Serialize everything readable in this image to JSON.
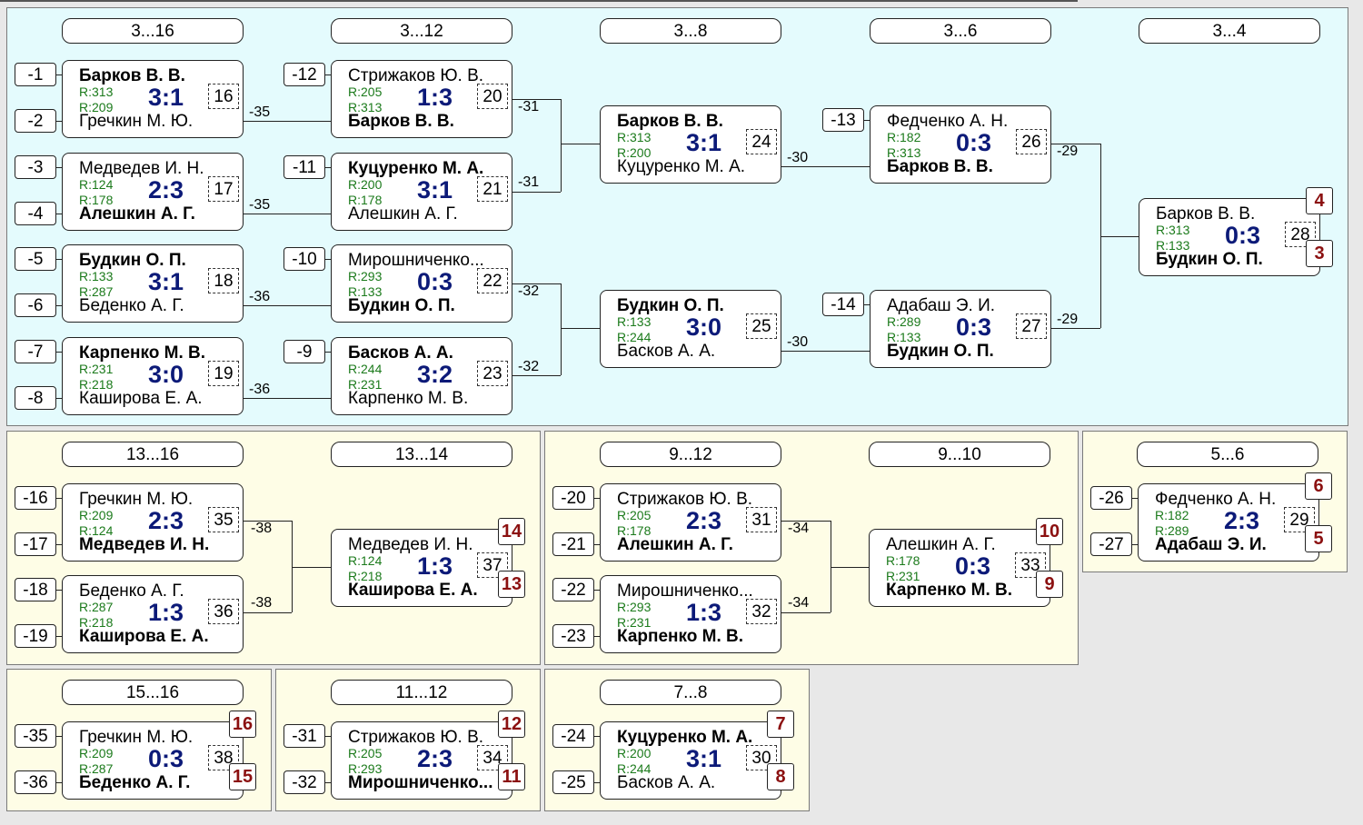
{
  "panels": {
    "main": {
      "stages": [
        "3...16",
        "3...12",
        "3...8",
        "3...6",
        "3...4"
      ],
      "seeds": [
        "-1",
        "-2",
        "-3",
        "-4",
        "-5",
        "-6",
        "-7",
        "-8",
        "-12",
        "-11",
        "-10",
        "-9",
        "-13",
        "-14"
      ],
      "link_labels": [
        "-35",
        "-35",
        "-36",
        "-36",
        "-31",
        "-31",
        "-32",
        "-32",
        "-30",
        "-30",
        "-29",
        "-29"
      ],
      "matches": {
        "m16": {
          "p1": "Барков В. В.",
          "r1": "R:313",
          "r2": "R:209",
          "p2": "Гречкин М. Ю.",
          "score": "3:1",
          "num": "16"
        },
        "m17": {
          "p1": "Медведев И. Н.",
          "r1": "R:124",
          "r2": "R:178",
          "p2": "Алешкин А. Г.",
          "score": "2:3",
          "num": "17"
        },
        "m18": {
          "p1": "Будкин О. П.",
          "r1": "R:133",
          "r2": "R:287",
          "p2": "Беденко А. Г.",
          "score": "3:1",
          "num": "18"
        },
        "m19": {
          "p1": "Карпенко М. В.",
          "r1": "R:231",
          "r2": "R:218",
          "p2": "Каширова Е. А.",
          "score": "3:0",
          "num": "19"
        },
        "m20": {
          "p1": "Стрижаков Ю. В.",
          "r1": "R:205",
          "r2": "R:313",
          "p2": "Барков В. В.",
          "score": "1:3",
          "num": "20"
        },
        "m21": {
          "p1": "Куцуренко М. А.",
          "r1": "R:200",
          "r2": "R:178",
          "p2": "Алешкин А. Г.",
          "score": "3:1",
          "num": "21"
        },
        "m22": {
          "p1": "Мирошниченко...",
          "r1": "R:293",
          "r2": "R:133",
          "p2": "Будкин О. П.",
          "score": "0:3",
          "num": "22"
        },
        "m23": {
          "p1": "Басков А. А.",
          "r1": "R:244",
          "r2": "R:231",
          "p2": "Карпенко М. В.",
          "score": "3:2",
          "num": "23"
        },
        "m24": {
          "p1": "Барков В. В.",
          "r1": "R:313",
          "r2": "R:200",
          "p2": "Куцуренко М. А.",
          "score": "3:1",
          "num": "24"
        },
        "m25": {
          "p1": "Будкин О. П.",
          "r1": "R:133",
          "r2": "R:244",
          "p2": "Басков А. А.",
          "score": "3:0",
          "num": "25"
        },
        "m26": {
          "p1": "Федченко А. Н.",
          "r1": "R:182",
          "r2": "R:313",
          "p2": "Барков В. В.",
          "score": "0:3",
          "num": "26"
        },
        "m27": {
          "p1": "Адабаш Э. И.",
          "r1": "R:289",
          "r2": "R:133",
          "p2": "Будкин О. П.",
          "score": "0:3",
          "num": "27"
        },
        "m28": {
          "p1": "Барков В. В.",
          "r1": "R:313",
          "r2": "R:133",
          "p2": "Будкин О. П.",
          "score": "0:3",
          "num": "28",
          "place1": "4",
          "place2": "3"
        }
      }
    },
    "p13": {
      "stages": [
        "13...16",
        "13...14"
      ],
      "seeds": [
        "-16",
        "-17",
        "-18",
        "-19"
      ],
      "link_labels": [
        "-38",
        "-38"
      ],
      "matches": {
        "m35": {
          "p1": "Гречкин М. Ю.",
          "r1": "R:209",
          "r2": "R:124",
          "p2": "Медведев И. Н.",
          "score": "2:3",
          "num": "35"
        },
        "m36": {
          "p1": "Беденко А. Г.",
          "r1": "R:287",
          "r2": "R:218",
          "p2": "Каширова Е. А.",
          "score": "1:3",
          "num": "36"
        },
        "m37": {
          "p1": "Медведев И. Н.",
          "r1": "R:124",
          "r2": "R:218",
          "p2": "Каширова Е. А.",
          "score": "1:3",
          "num": "37",
          "place1": "14",
          "place2": "13"
        }
      }
    },
    "p9": {
      "stages": [
        "9...12",
        "9...10"
      ],
      "seeds": [
        "-20",
        "-21",
        "-22",
        "-23"
      ],
      "link_labels": [
        "-34",
        "-34"
      ],
      "matches": {
        "m31": {
          "p1": "Стрижаков Ю. В.",
          "r1": "R:205",
          "r2": "R:178",
          "p2": "Алешкин А. Г.",
          "score": "2:3",
          "num": "31"
        },
        "m32": {
          "p1": "Мирошниченко...",
          "r1": "R:293",
          "r2": "R:231",
          "p2": "Карпенко М. В.",
          "score": "1:3",
          "num": "32"
        },
        "m33": {
          "p1": "Алешкин А. Г.",
          "r1": "R:178",
          "r2": "R:231",
          "p2": "Карпенко М. В.",
          "score": "0:3",
          "num": "33",
          "place1": "10",
          "place2": "9"
        }
      }
    },
    "p5": {
      "stages": [
        "5...6"
      ],
      "seeds": [
        "-26",
        "-27"
      ],
      "matches": {
        "m29": {
          "p1": "Федченко А. Н.",
          "r1": "R:182",
          "r2": "R:289",
          "p2": "Адабаш Э. И.",
          "score": "2:3",
          "num": "29",
          "place1": "6",
          "place2": "5"
        }
      }
    },
    "p15": {
      "stages": [
        "15...16"
      ],
      "seeds": [
        "-35",
        "-36"
      ],
      "matches": {
        "m38": {
          "p1": "Гречкин М. Ю.",
          "r1": "R:209",
          "r2": "R:287",
          "p2": "Беденко А. Г.",
          "score": "0:3",
          "num": "38",
          "place1": "16",
          "place2": "15"
        }
      }
    },
    "p11": {
      "stages": [
        "11...12"
      ],
      "seeds": [
        "-31",
        "-32"
      ],
      "matches": {
        "m34": {
          "p1": "Стрижаков Ю. В.",
          "r1": "R:205",
          "r2": "R:293",
          "p2": "Мирошниченко...",
          "score": "2:3",
          "num": "34",
          "place1": "12",
          "place2": "11"
        }
      }
    },
    "p7": {
      "stages": [
        "7...8"
      ],
      "seeds": [
        "-24",
        "-25"
      ],
      "matches": {
        "m30": {
          "p1": "Куцуренко М. А.",
          "r1": "R:200",
          "r2": "R:244",
          "p2": "Басков А. А.",
          "score": "3:1",
          "num": "30",
          "place1": "7",
          "place2": "8"
        }
      }
    }
  }
}
